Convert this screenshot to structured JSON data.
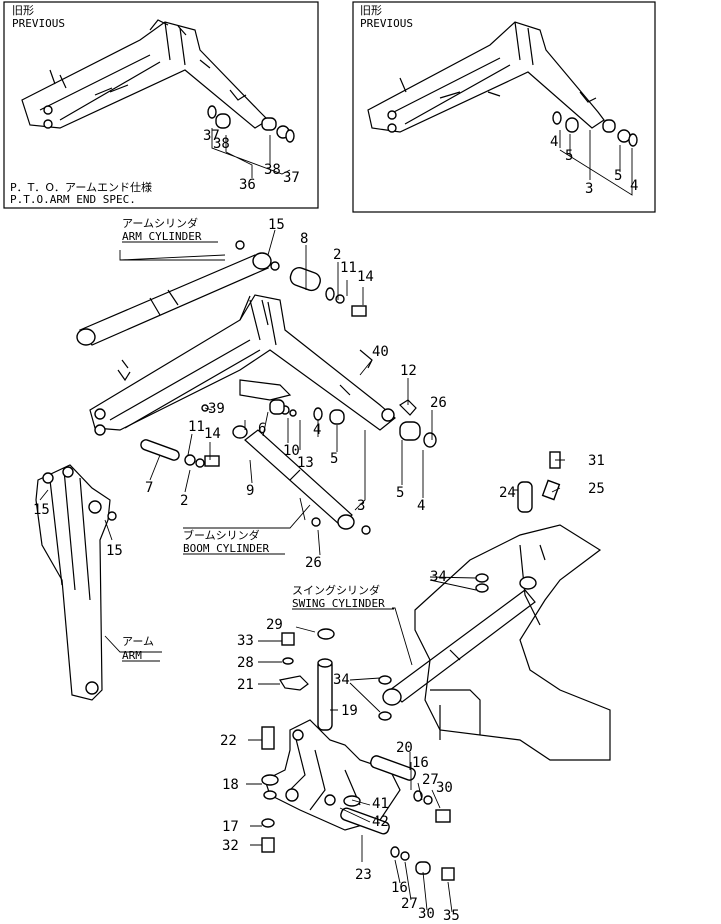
{
  "insets": [
    {
      "jp": "旧形",
      "label": "PREVIOUS",
      "caption_jp": "P．T．O．アームエンド仕様",
      "caption_en": "P.T.O.ARM END SPEC.",
      "parts": [
        "37",
        "38",
        "36",
        "38",
        "37"
      ]
    },
    {
      "jp": "旧形",
      "label": "PREVIOUS",
      "parts": [
        "4",
        "5",
        "3",
        "5",
        "4"
      ]
    }
  ],
  "callouts": {
    "arm_cylinder": {
      "jp": "アームシリンダ",
      "en": "ARM CYLINDER"
    },
    "boom_cylinder": {
      "jp": "ブームシリンダ",
      "en": "BOOM CYLINDER"
    },
    "swing_cylinder": {
      "jp": "スイングシリンダ",
      "en": "SWING CYLINDER"
    },
    "arm": {
      "jp": "アーム",
      "en": "ARM"
    }
  },
  "part_numbers": {
    "p15a": "15",
    "p8": "8",
    "p2a": "2",
    "p11a": "11",
    "p14a": "14",
    "p40": "40",
    "p12": "12",
    "p26a": "26",
    "p39": "39",
    "p11b": "11",
    "p14b": "14",
    "p6": "6",
    "p10": "10",
    "p13": "13",
    "p4a": "4",
    "p5a": "5",
    "p3": "3",
    "p5b": "5",
    "p4b": "4",
    "p7": "7",
    "p2b": "2",
    "p9": "9",
    "p15b": "15",
    "p15c": "15",
    "p26b": "26",
    "p31": "31",
    "p24": "24",
    "p25": "25",
    "p34a": "34",
    "p29": "29",
    "p33": "33",
    "p28": "28",
    "p21": "21",
    "p34b": "34",
    "p19": "19",
    "p22": "22",
    "p20": "20",
    "p16a": "16",
    "p27a": "27",
    "p30a": "30",
    "p18": "18",
    "p41": "41",
    "p42": "42",
    "p17": "17",
    "p32": "32",
    "p23": "23",
    "p16b": "16",
    "p27b": "27",
    "p30b": "30",
    "p35": "35"
  }
}
